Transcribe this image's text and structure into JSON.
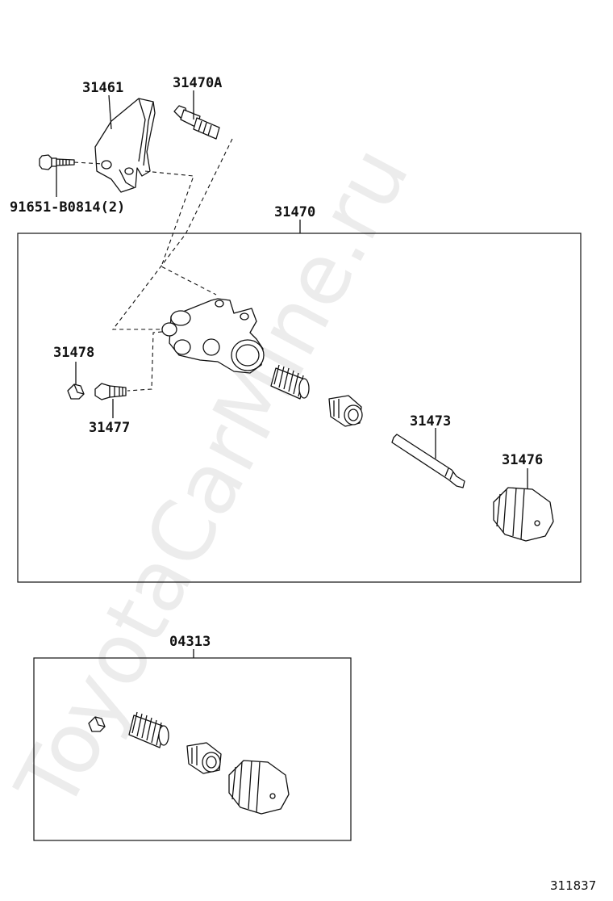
{
  "watermark": "ToyotaCarMine.ru",
  "diagram_id": "311837",
  "labels": {
    "bracket": "31461",
    "bleeder_top": "31470A",
    "bolt": "91651-B0814(2)",
    "cylinder_assy": "31470",
    "cap": "31478",
    "plug": "31477",
    "push_rod": "31473",
    "boot": "31476",
    "kit": "04313"
  }
}
